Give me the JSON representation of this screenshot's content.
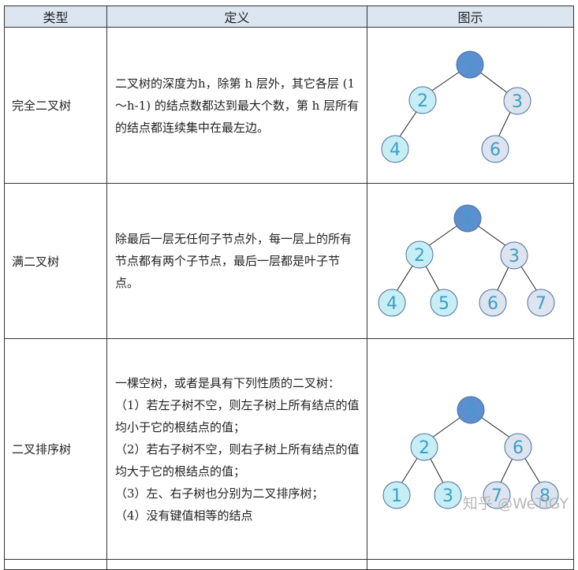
{
  "header": {
    "type": "类型",
    "definition": "定义",
    "figure": "图示"
  },
  "rows": [
    {
      "type": "完全二叉树",
      "definition": [
        "二叉树的深度为h，除第 h 层外，其它各层 (1～h-1) 的结点数都达到最大个数，第 h 层所有的结点都连续集中在最左边。"
      ],
      "nodes": [
        "1",
        "2",
        "3",
        "4",
        "6"
      ]
    },
    {
      "type": "满二叉树",
      "definition": [
        "除最后一层无任何子节点外，每一层上的所有节点都有两个子节点，最后一层都是叶子节点。"
      ],
      "nodes": [
        "1",
        "2",
        "3",
        "4",
        "5",
        "6",
        "7"
      ]
    },
    {
      "type": "二叉排序树",
      "definition": [
        "一棵空树，或者是具有下列性质的二叉树：",
        "（1）若左子树不空，则左子树上所有结点的值均小于它的根结点的值；",
        "（2）若右子树不空，则右子树上所有结点的值均大于它的根结点的值；",
        "（3）左、右子树也分别为二叉排序树；",
        "（4）没有键值相等的结点"
      ],
      "nodes": [
        "5",
        "2",
        "6",
        "1",
        "3",
        "7",
        "8"
      ]
    }
  ],
  "colors": {
    "root": "#5b8fd0",
    "left": "#c8eef5",
    "right": "#dde4f0",
    "stroke": "#4a6f9a",
    "text": "#3b9fc7"
  },
  "watermark": "知乎 @WeTiGY"
}
